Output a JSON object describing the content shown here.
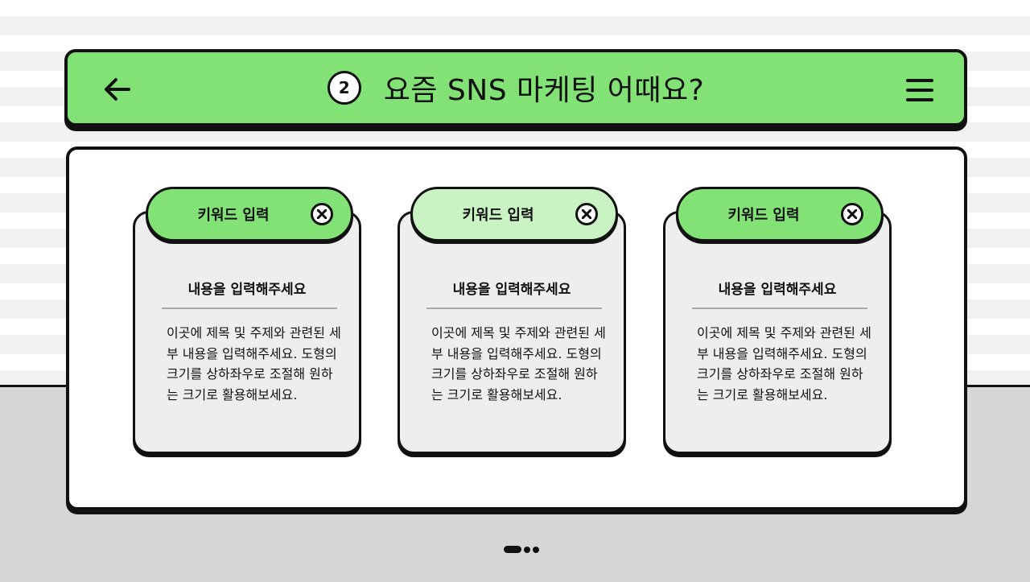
{
  "header": {
    "step_number": "2",
    "title": "요즘 SNS 마케팅 어때요?",
    "back_icon": "arrow-left-icon",
    "menu_icon": "hamburger-menu-icon",
    "color": "#82e276"
  },
  "cards": [
    {
      "tab_label": "키워드 입력",
      "heading": "내용을 입력해주세요",
      "body": "이곳에 제목 및 주제와 관련된 세부 내용을 입력해주세요. 도형의 크기를 상하좌우로 조절해 원하는 크기로 활용해보세요.",
      "tab_color": "#82e276"
    },
    {
      "tab_label": "키워드 입력",
      "heading": "내용을 입력해주세요",
      "body": "이곳에 제목 및 주제와 관련된 세부 내용을 입력해주세요. 도형의 크기를 상하좌우로 조절해 원하는 크기로 활용해보세요.",
      "tab_color": "#c9f3c3"
    },
    {
      "tab_label": "키워드 입력",
      "heading": "내용을 입력해주세요",
      "body": "이곳에 제목 및 주제와 관련된 세부 내용을 입력해주세요. 도형의 크기를 상하좌우로 조절해 원하는 크기로 활용해보세요.",
      "tab_color": "#82e276"
    }
  ],
  "pagination": {
    "active_index": 0,
    "count": 3
  }
}
